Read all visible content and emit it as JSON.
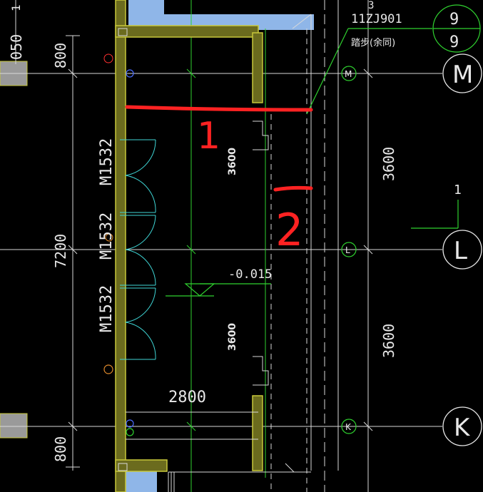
{
  "drawing": {
    "colors": {
      "background": "#000000",
      "wall": "#c8c83a",
      "wall_fill": "#6b6b1e",
      "grid": "#d9d9d9",
      "axis_green": "#2fd12f",
      "door": "#3fd6d6",
      "text": "#e8e8e8",
      "markup": "#ff2222",
      "accent_blue": "#8fb6e8",
      "orange": "#e08a2c",
      "grey_block": "#9a9a9a"
    },
    "detail_callout": {
      "standard": "11ZJ901",
      "note": "踏步(余同)",
      "top_number": "9",
      "bottom_number": "9",
      "corner_digit": "3"
    },
    "axis_bubbles": {
      "m_big": "M",
      "l_big": "L",
      "k_big": "K",
      "m_small": "M",
      "l_small": "L",
      "k_small": "K",
      "section_mark": "1"
    },
    "dimensions": {
      "left_top": "800",
      "left_middle": "7200",
      "left_bottom": "800",
      "left_edge": "050",
      "inner_upper": "3600",
      "inner_lower": "3600",
      "right_upper": "3600",
      "right_lower": "3600",
      "bottom_width": "2800",
      "elevation": "-0.015",
      "corner_digit_left": "1"
    },
    "doors": [
      "M1532",
      "M1532",
      "M1532"
    ],
    "handwritten_marks": {
      "mark_1": "1",
      "mark_2": "2"
    }
  }
}
